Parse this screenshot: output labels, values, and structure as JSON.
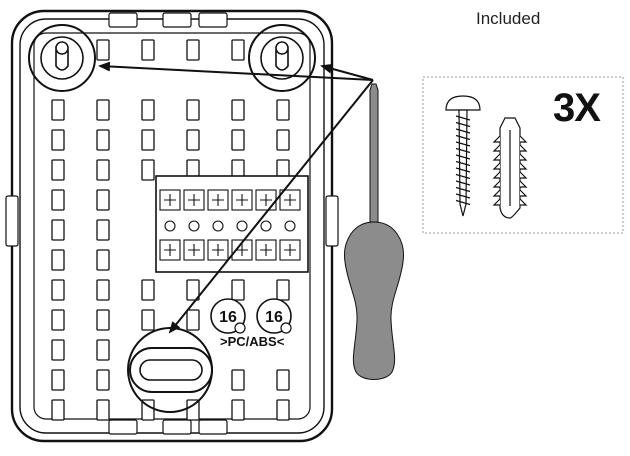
{
  "included_label": "Included",
  "hardware_count": "3X",
  "material_marks": [
    {
      "code": "16"
    },
    {
      "code": "16"
    }
  ],
  "material_label": ">PC/ABS<",
  "colors": {
    "outline": "#111111",
    "screwdriver_fill": "#8c8c8c",
    "dashed_box": "#999999"
  }
}
